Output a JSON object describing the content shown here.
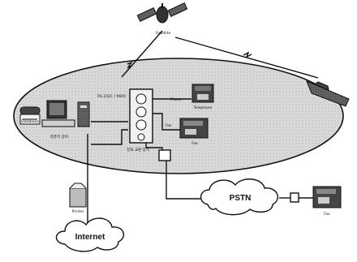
{
  "labels": {
    "satellite": "Satellite",
    "left_device": "Database",
    "workstation": "컴퓨터 장비",
    "modem": "RS 232C / 9600",
    "exchange": "전화 교환 장치",
    "phone": "Phone",
    "telephone": "Telephone",
    "fax_line": "Fax",
    "fax_unit": "Fax",
    "printer": "Printer",
    "internet": "Internet",
    "pstn": "PSTN",
    "remote_fax": "Fax"
  },
  "colors": {
    "line": "#111111",
    "ellipse_fill": "#d9d9d9",
    "cloud_fill": "#ffffff"
  },
  "icons": [
    "satellite-icon",
    "ship-icon",
    "computer-icon",
    "telephone-icon",
    "fax-icon",
    "printer-icon",
    "cloud-icon",
    "junction-box-icon"
  ]
}
